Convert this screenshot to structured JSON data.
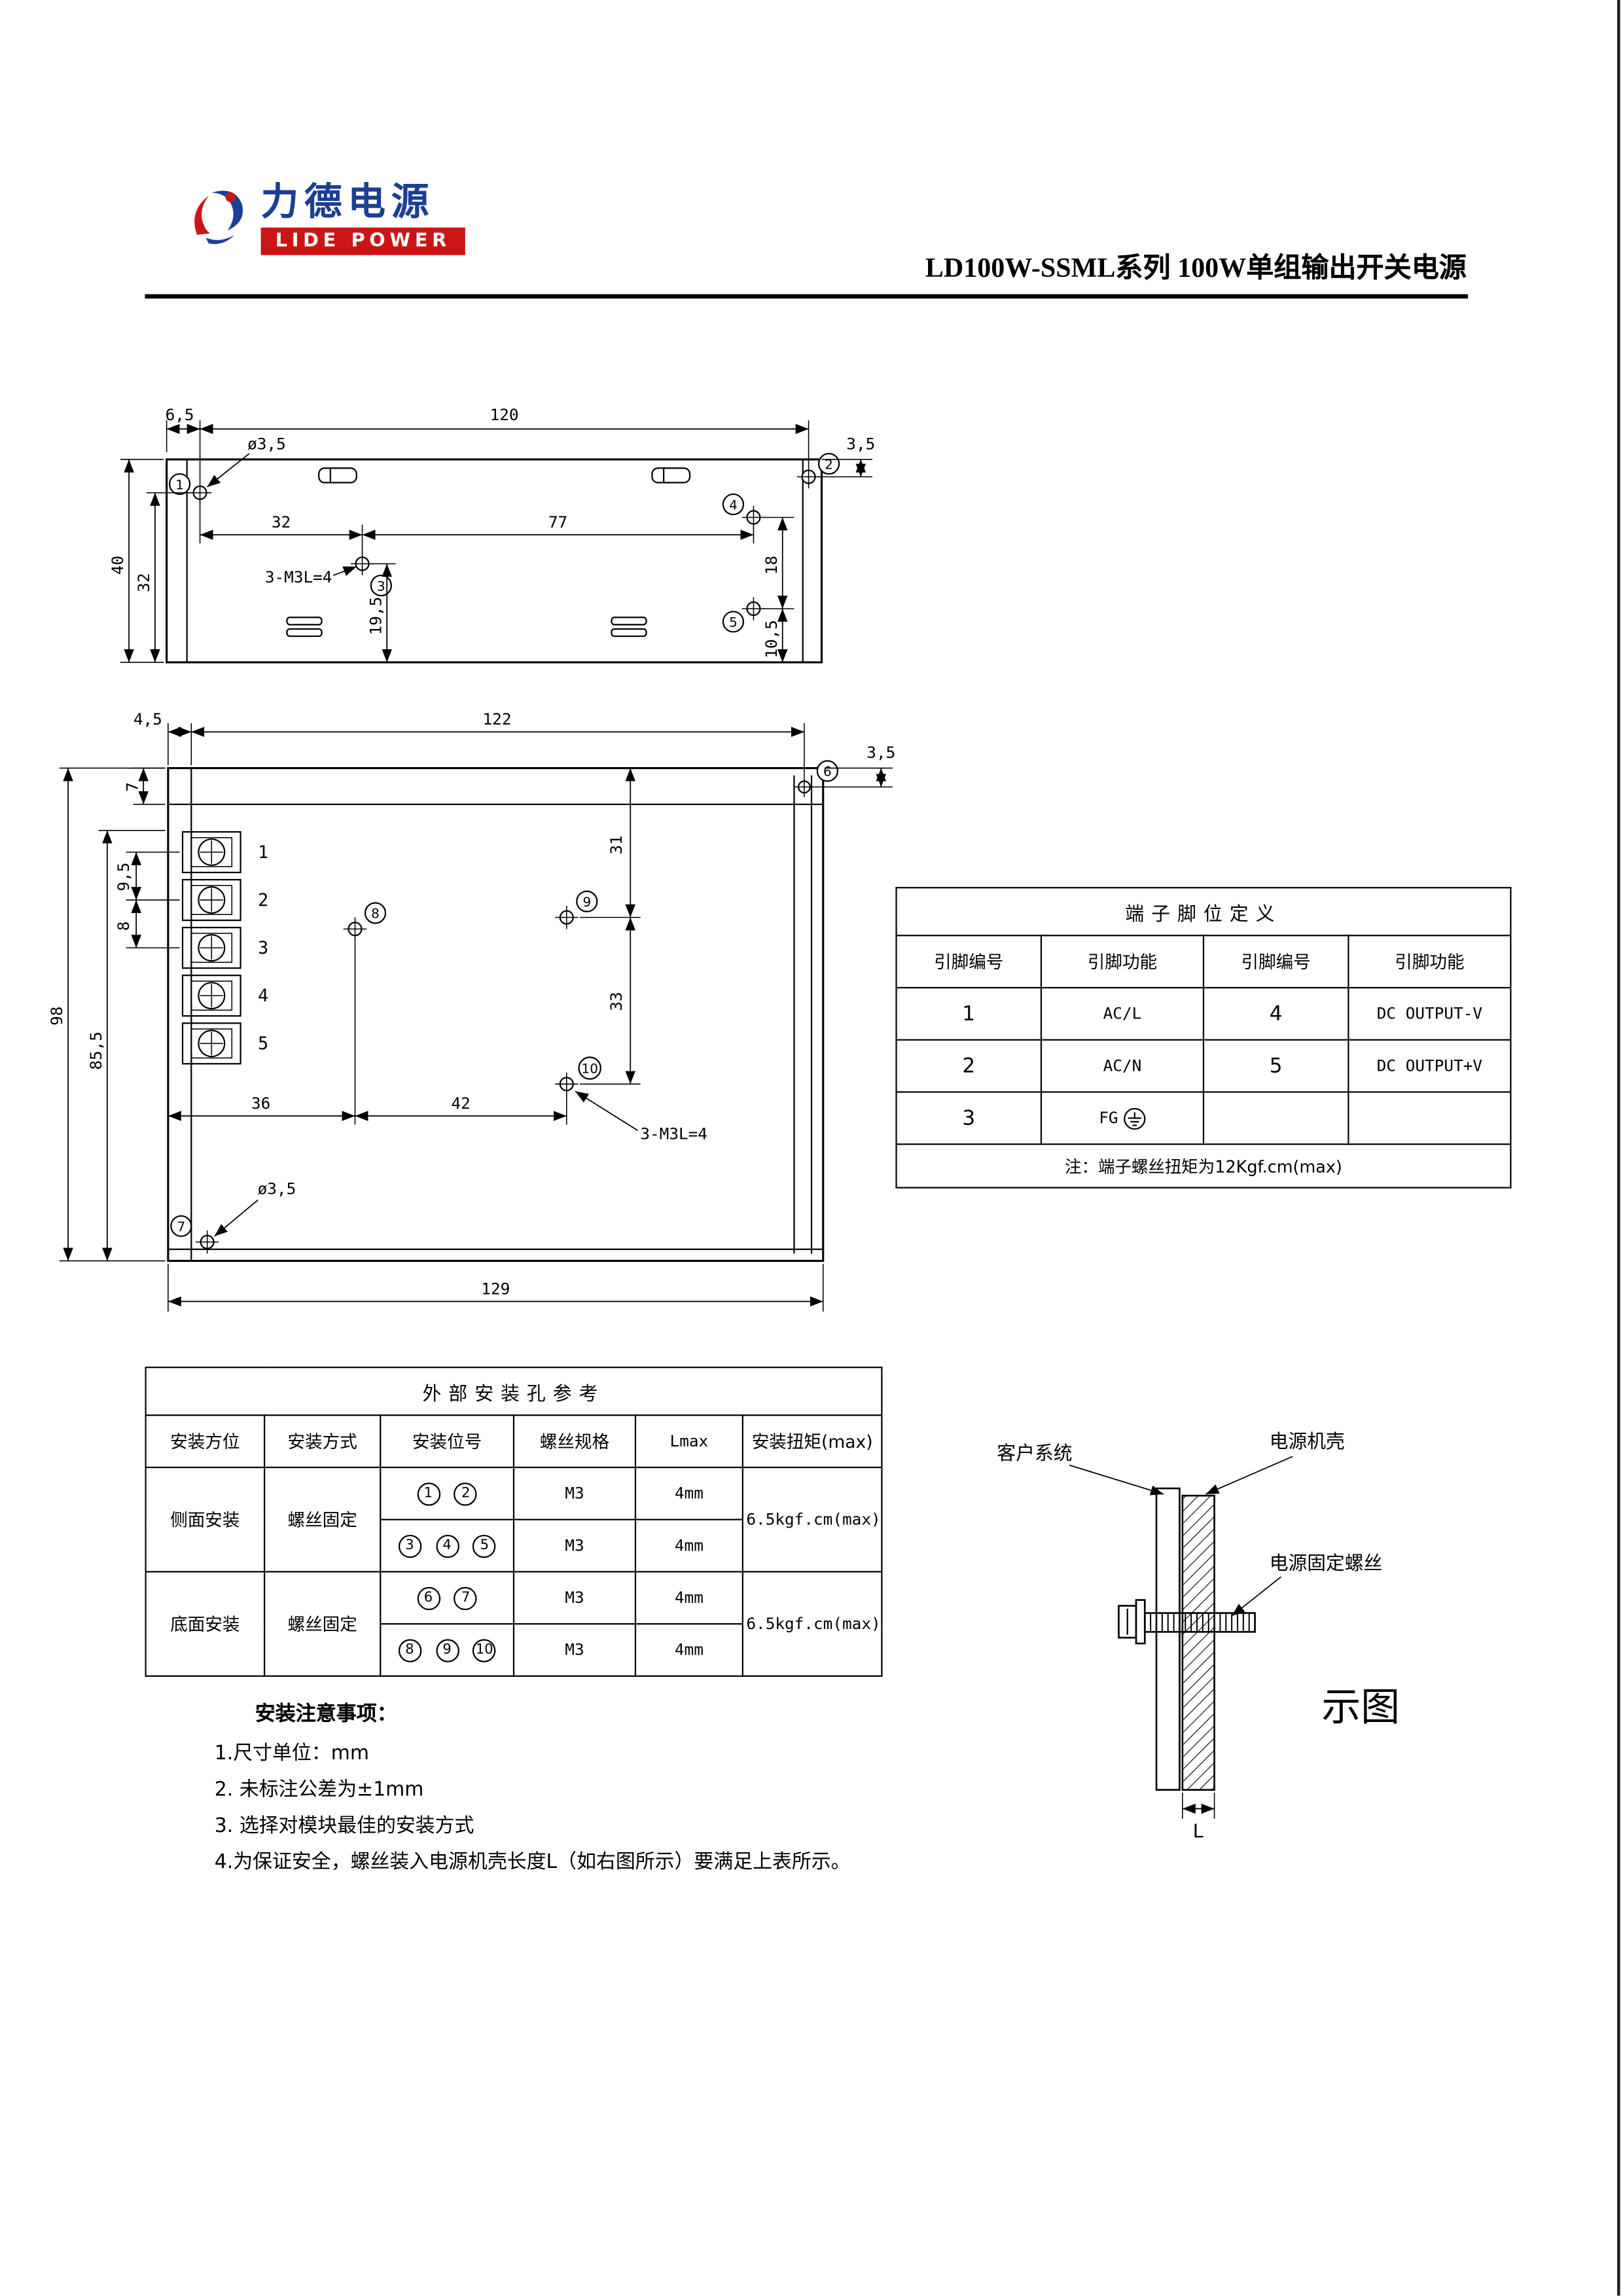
{
  "header": {
    "logo_cn": "力德电源",
    "logo_en": "LIDE POWER",
    "title": "LD100W-SSML系列 100W单组输出开关电源"
  },
  "colors": {
    "logo_blue": "#1c3f94",
    "logo_red": "#cc1414",
    "line": "#000000"
  },
  "drawing_top": {
    "dims": {
      "left_offset": "6,5",
      "hole_span": "120",
      "hole_dia": "ø3,5",
      "right_offset": "3,5",
      "height": "40",
      "height_inner": "32",
      "hole3_x": "32",
      "hole4_x": "77",
      "hole45_gap": "18",
      "hole3_y": "19,5",
      "hole5_y": "10,5",
      "thread": "3-M3L=4"
    },
    "markers": [
      "1",
      "2",
      "3",
      "4",
      "5"
    ]
  },
  "drawing_front": {
    "dims": {
      "left_offset": "4,5",
      "hole_span": "122",
      "right_offset": "3,5",
      "top_inset": "7",
      "pitch1": "9,5",
      "pitch2": "8",
      "height": "98",
      "inner_height": "85,5",
      "hole9_y": "31",
      "hole10_gap": "33",
      "hole8_x": "36",
      "hole10_x": "42",
      "width": "129",
      "hole_dia": "ø3,5",
      "thread": "3-M3L=4"
    },
    "markers": [
      "6",
      "7",
      "8",
      "9",
      "10"
    ],
    "terminals": [
      "1",
      "2",
      "3",
      "4",
      "5"
    ]
  },
  "pin_table": {
    "title": "端子脚位定义",
    "headers": [
      "引脚编号",
      "引脚功能",
      "引脚编号",
      "引脚功能"
    ],
    "rows": [
      [
        "1",
        "AC/L",
        "4",
        "DC OUTPUT-V"
      ],
      [
        "2",
        "AC/N",
        "5",
        "DC OUTPUT+V"
      ],
      [
        "3",
        "FG",
        "",
        ""
      ]
    ],
    "note": "注：端子螺丝扭矩为12Kgf.cm(max)"
  },
  "mount_table": {
    "title": "外部安装孔参考",
    "headers": [
      "安装方位",
      "安装方式",
      "安装位号",
      "螺丝规格",
      "Lmax",
      "安装扭矩(max)"
    ],
    "side": {
      "location": "侧面安装",
      "method": "螺丝固定",
      "torque": "6.5kgf.cm(max)",
      "rows": [
        {
          "pos": [
            "1",
            "2"
          ],
          "screw": "M3",
          "lmax": "4mm"
        },
        {
          "pos": [
            "3",
            "4",
            "5"
          ],
          "screw": "M3",
          "lmax": "4mm"
        }
      ]
    },
    "bottom": {
      "location": "底面安装",
      "method": "螺丝固定",
      "torque": "6.5kgf.cm(max)",
      "rows": [
        {
          "pos": [
            "6",
            "7"
          ],
          "screw": "M3",
          "lmax": "4mm"
        },
        {
          "pos": [
            "8",
            "9",
            "10"
          ],
          "screw": "M3",
          "lmax": "4mm"
        }
      ]
    }
  },
  "illustration": {
    "label_customer": "客户系统",
    "label_case": "电源机壳",
    "label_screw": "电源固定螺丝",
    "label_diagram": "示图",
    "label_L": "L"
  },
  "notes": {
    "heading": "安装注意事项：",
    "items": [
      "1.尺寸单位：mm",
      "2. 未标注公差为±1mm",
      "3. 选择对模块最佳的安装方式",
      "4.为保证安全，螺丝装入电源机壳长度L（如右图所示）要满足上表所示。"
    ]
  }
}
